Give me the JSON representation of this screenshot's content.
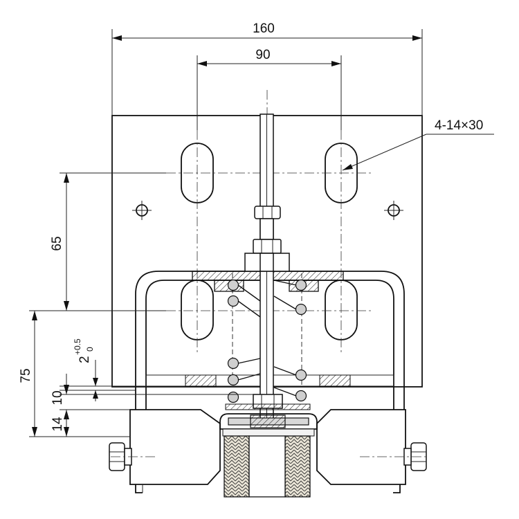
{
  "drawing": {
    "dimensions": {
      "overall_width": "160",
      "slot_spacing": "90",
      "slot_spec": "4-14×30",
      "height_65": "65",
      "height_75": "75",
      "gap_value": "2",
      "gap_tol_upper": "+0.5",
      "gap_tol_lower": "0",
      "height_10": "10",
      "height_14": "14"
    }
  }
}
